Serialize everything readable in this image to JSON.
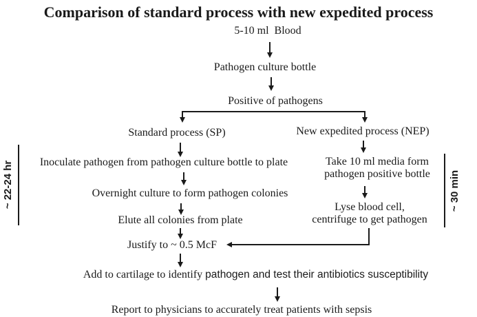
{
  "title": "Comparison of standard process with new expedited process",
  "colors": {
    "text": "#1a1a1a",
    "background": "#ffffff",
    "line": "#1a1a1a"
  },
  "flow": {
    "blood": "5-10 ml  Blood",
    "culture_bottle": "Pathogen culture bottle",
    "positive": "Positive of pathogens",
    "standard": {
      "label": "Standard process (SP)",
      "duration": "~ 22-24 hr",
      "steps": [
        "Inoculate pathogen from pathogen culture bottle to plate",
        "Overnight culture to form pathogen colonies",
        "Elute all colonies from plate"
      ]
    },
    "expedited": {
      "label": "New expedited process (NEP)",
      "duration": "~ 30 min",
      "step1_line1": "Take 10 ml media form",
      "step1_line2": "pathogen positive bottle",
      "step2_line1": "Lyse blood cell,",
      "step2_line2": "centrifuge to get pathogen"
    },
    "justify": "Justify to ~ 0.5 McF",
    "cartilage_part1": "Add to cartilage to identify ",
    "cartilage_part2": "pathogen and test their antibiotics susceptibility",
    "report": "Report to physicians to accurately treat patients with sepsis"
  }
}
